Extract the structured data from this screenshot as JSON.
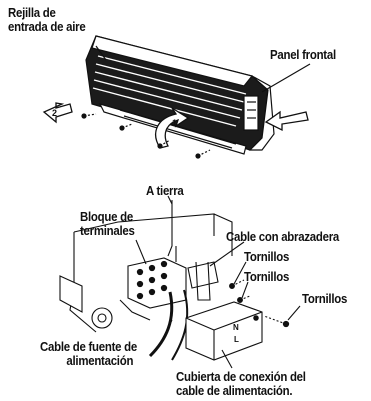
{
  "figure_top": {
    "labels": {
      "air_inlet_grille": [
        "Rejilla de",
        "entrada de aire"
      ],
      "front_panel": "Panel frontal"
    },
    "arrow_numbers": [
      "1",
      "2"
    ]
  },
  "figure_bottom": {
    "labels": {
      "ground": "A tierra",
      "terminal_block": [
        "Bloque de",
        "terminales"
      ],
      "clamped_cable": "Cable con abrazadera",
      "screws_1": "Tornillos",
      "screws_2": "Tornillos",
      "screws_3": "Tornillos",
      "power_cable": [
        "Cable de fuente de",
        "alimentación"
      ],
      "cable_cover": [
        "Cubierta de conexión del",
        "cable de alimentación."
      ]
    },
    "cover_marks": [
      "N",
      "L"
    ]
  },
  "colors": {
    "ink": "#111111",
    "unit_body": "#1a1a1a",
    "paper": "#ffffff"
  }
}
